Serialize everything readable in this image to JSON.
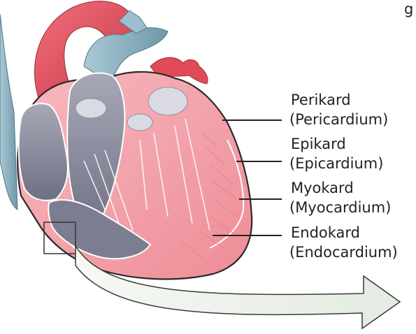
{
  "labels": {
    "top_fragment": "g",
    "pericardium_de": "Perikard",
    "pericardium_lat": "(Pericardium)",
    "epicardium_de": "Epikard",
    "epicardium_lat": "(Epicardium)",
    "myocardium_de": "Myokard",
    "myocardium_lat": "(Myocardium)",
    "endocardium_de": "Endokard",
    "endocardium_lat": "(Endocardium)"
  },
  "colors": {
    "aorta_red": "#e8505e",
    "vessel_blue": "#8fb6c6",
    "muscle_pink": "#f4a3aa",
    "chamber_gray": "#8e8fa0",
    "arrow_fill": "#eaf0e8",
    "outline": "#333333"
  }
}
